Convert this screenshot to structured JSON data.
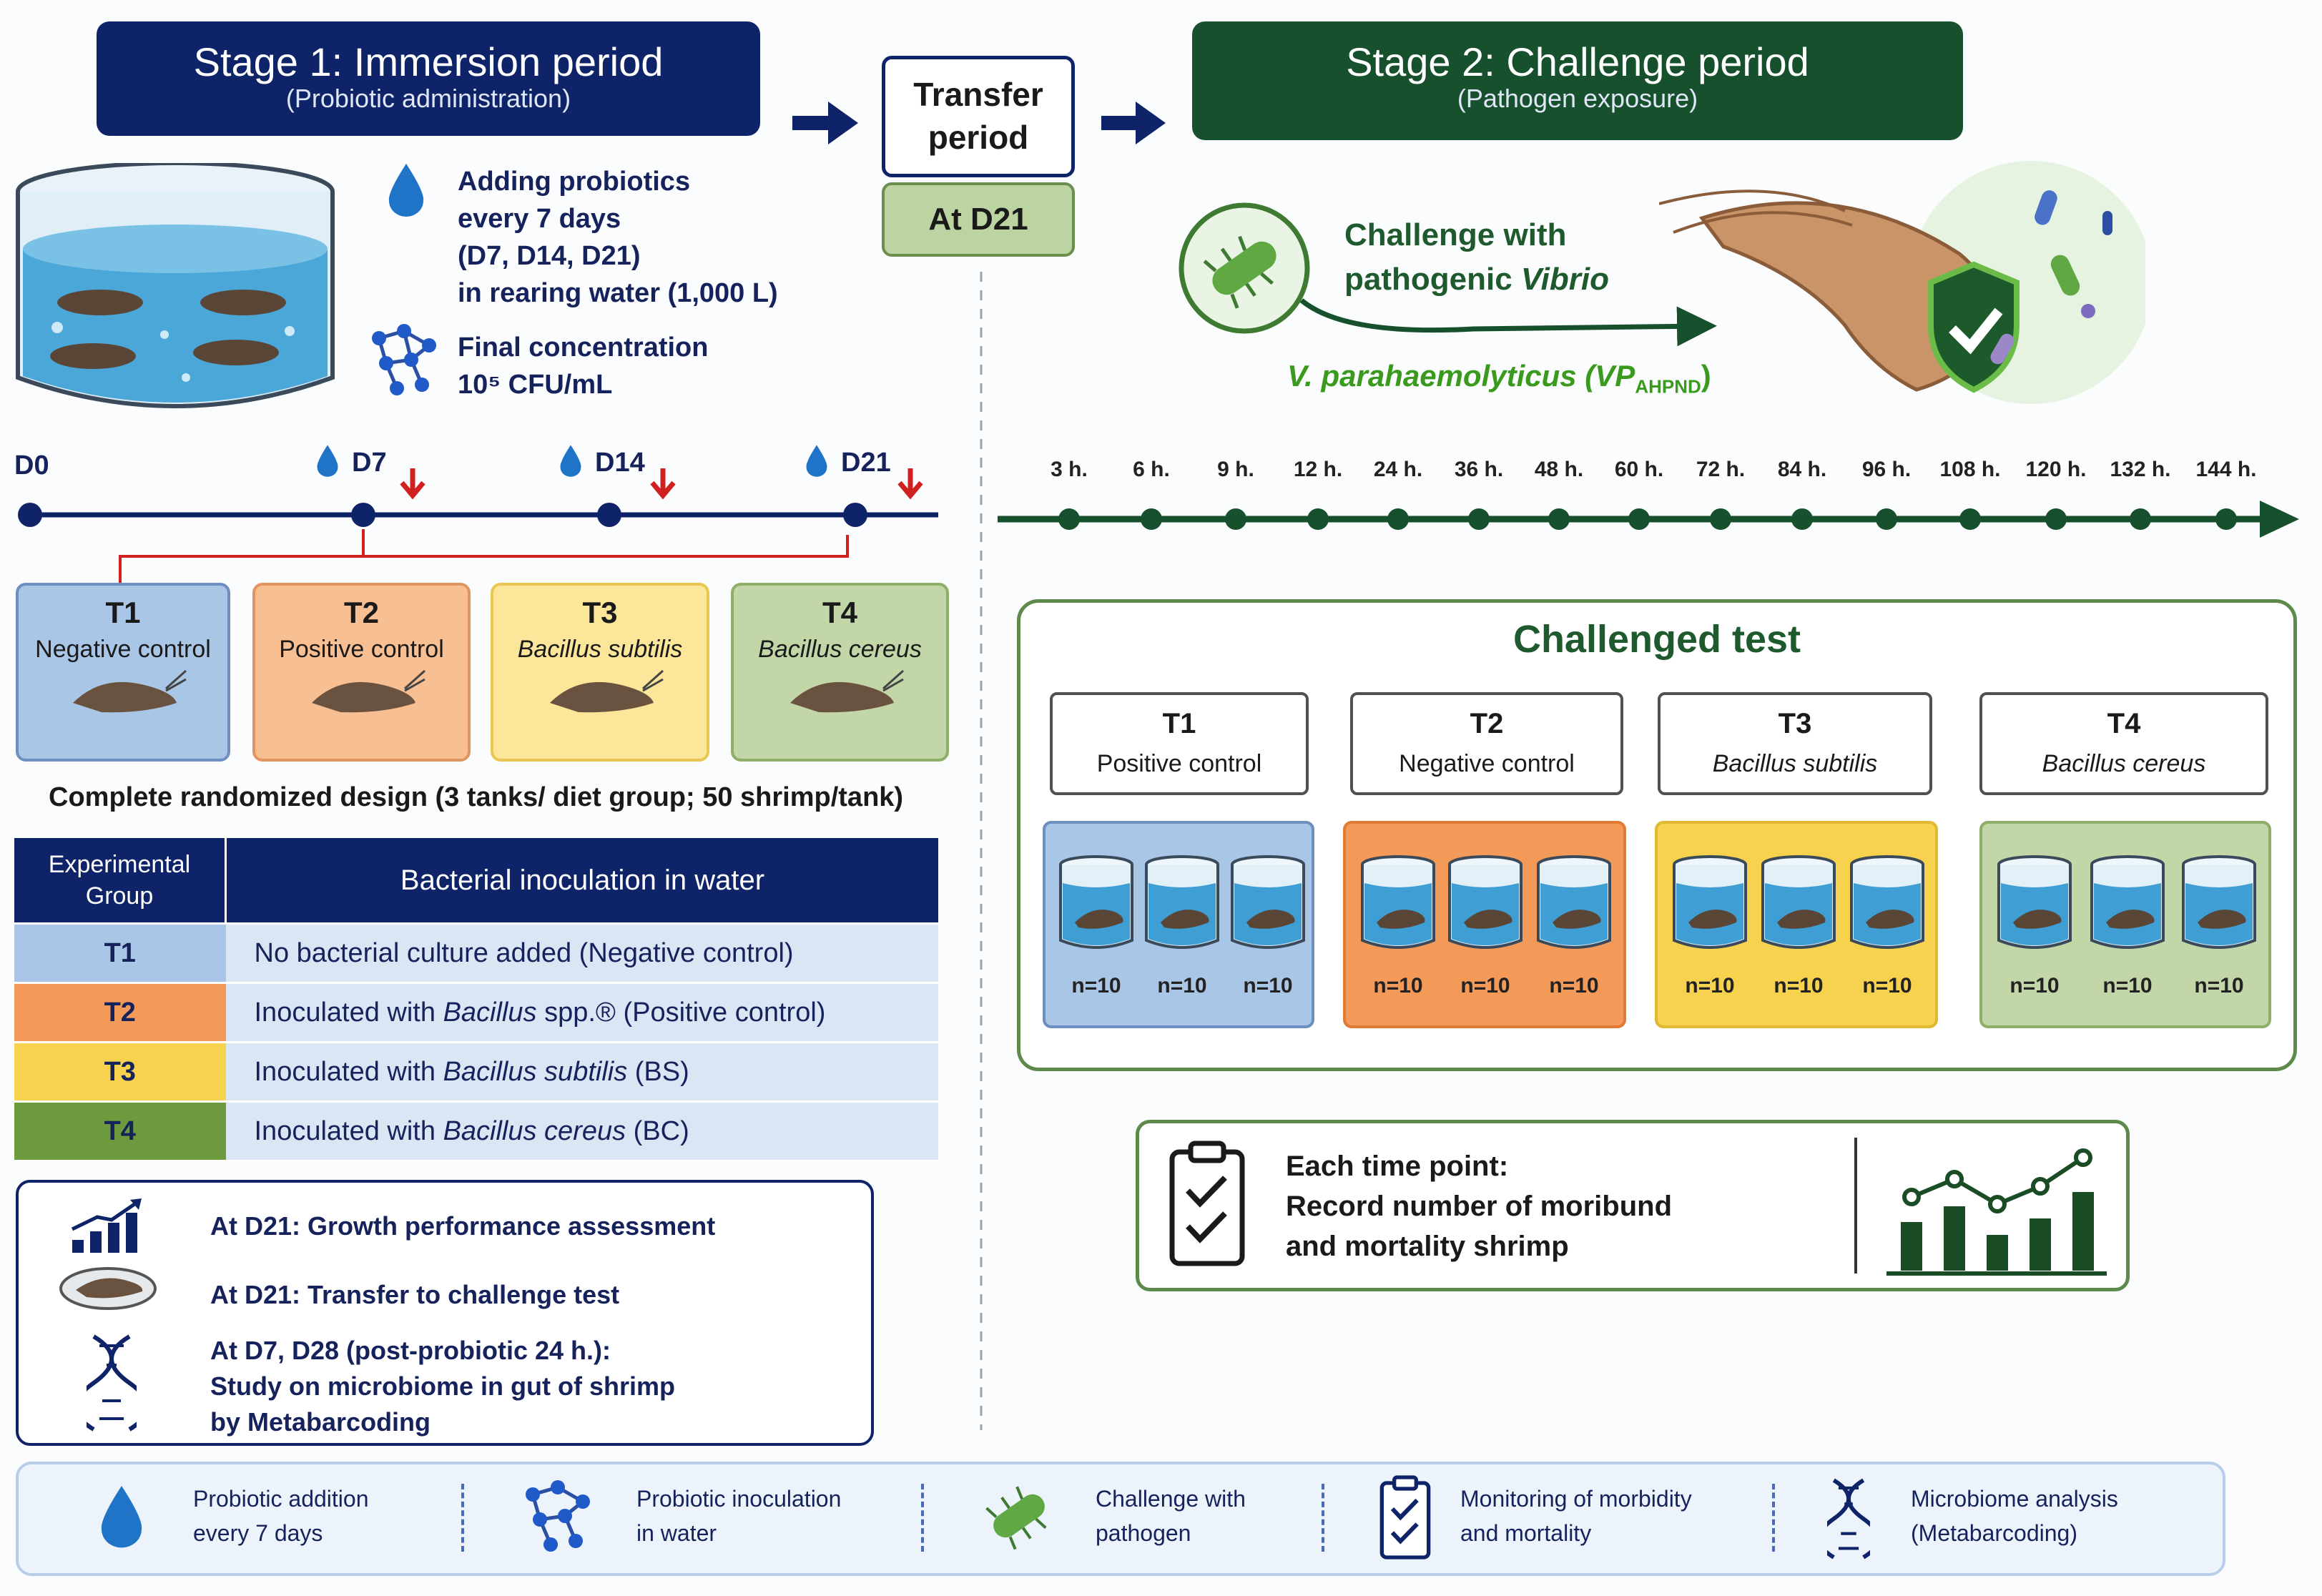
{
  "colors": {
    "navy": "#0f2468",
    "dark_green": "#17502c",
    "t1": "#a9c6e6",
    "t2": "#f7bf92",
    "t3": "#fbe69a",
    "t4": "#c3d6a8",
    "t1_solid": "#8fb3df",
    "t2_solid": "#f49a58",
    "t3_solid": "#f6d24e",
    "t4_solid": "#6c9a3c"
  },
  "stage1": {
    "title": "Stage 1: Immersion period",
    "subtitle": "(Probiotic administration)",
    "adding_line1": "Adding probiotics",
    "adding_line2": "every 7 days",
    "adding_line3": "(D7, D14, D21)",
    "adding_line4": "in rearing water (1,000 L)",
    "conc_line1": "Final concentration",
    "conc_line2": "10⁵ CFU/mL"
  },
  "transfer": {
    "line1": "Transfer",
    "line2": "period",
    "badge": "At D21"
  },
  "stage2": {
    "title": "Stage 2: Challenge period",
    "subtitle": "(Pathogen exposure)",
    "challenge_line1": "Challenge with",
    "challenge_line2_prefix": "pathogenic ",
    "challenge_line2_italic": "Vibrio",
    "pathogen_name": "V. parahaemolyticus (VP",
    "pathogen_sub": "AHPND",
    "pathogen_close": ")"
  },
  "timeline1": {
    "labels": [
      "D0",
      "D7",
      "D14",
      "D21"
    ]
  },
  "timeline2": {
    "labels": [
      "3 h.",
      "6 h.",
      "9 h.",
      "12 h.",
      "24 h.",
      "36 h.",
      "48 h.",
      "60 h.",
      "72 h.",
      "84 h.",
      "96 h.",
      "108 h.",
      "120 h.",
      "132 h.",
      "144 h."
    ]
  },
  "groups": [
    {
      "id": "T1",
      "name": "Negative control",
      "italic": false
    },
    {
      "id": "T2",
      "name": "Positive control",
      "italic": false
    },
    {
      "id": "T3",
      "name": "Bacillus subtilis",
      "italic": true
    },
    {
      "id": "T4",
      "name": "Bacillus cereus",
      "italic": true
    }
  ],
  "design_note": "Complete randomized design (3 tanks/ diet group; 50 shrimp/tank)",
  "table": {
    "header_col1": "Experimental Group",
    "header_col2": "Bacterial inoculation in water",
    "rows": [
      {
        "id": "T1",
        "pre": "No bacterial culture added (Negative control)",
        "it": "",
        "post": ""
      },
      {
        "id": "T2",
        "pre": "Inoculated with ",
        "it": "Bacillus",
        "post": " spp.® (Positive control)"
      },
      {
        "id": "T3",
        "pre": "Inoculated with ",
        "it": "Bacillus subtilis",
        "post": " (BS)"
      },
      {
        "id": "T4",
        "pre": "Inoculated with ",
        "it": "Bacillus cereus",
        "post": " (BC)"
      }
    ]
  },
  "assessment": {
    "growth": "At D21: Growth performance assessment",
    "transfer": "At D21: Transfer to challenge test",
    "micro_line1": "At D7, D28 (post-probiotic 24 h.):",
    "micro_line2": "Study on microbiome in gut of shrimp",
    "micro_line3": "by Metabarcoding"
  },
  "challenged_test": {
    "title": "Challenged test",
    "groups": [
      {
        "id": "T1",
        "name": "Positive control",
        "italic": false
      },
      {
        "id": "T2",
        "name": "Negative control",
        "italic": false
      },
      {
        "id": "T3",
        "name": "Bacillus subtilis",
        "italic": true
      },
      {
        "id": "T4",
        "name": "Bacillus cereus",
        "italic": true
      }
    ],
    "tank_label": "n=10"
  },
  "record": {
    "line1": "Each time point:",
    "line2": "Record number of moribund",
    "line3": "and mortality shrimp"
  },
  "legend": [
    {
      "icon": "water-drop-icon",
      "line1": "Probiotic addition",
      "line2": "every 7 days"
    },
    {
      "icon": "molecule-icon",
      "line1": "Probiotic inoculation",
      "line2": "in water"
    },
    {
      "icon": "bacterium-icon",
      "line1": "Challenge with",
      "line2": "pathogen"
    },
    {
      "icon": "clipboard-icon",
      "line1": "Monitoring of morbidity",
      "line2": "and mortality"
    },
    {
      "icon": "dna-icon",
      "line1": "Microbiome analysis",
      "line2": "(Metabarcoding)"
    }
  ]
}
